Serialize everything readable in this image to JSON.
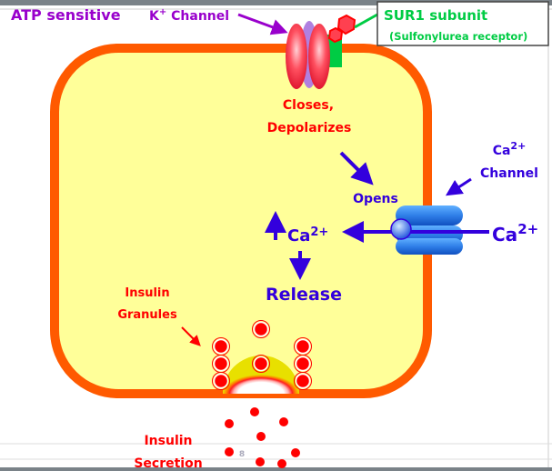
{
  "labels": {
    "atp_sensitive": "ATP sensitive",
    "k_channel_prefix": "K",
    "k_channel_sup": "+",
    "k_channel_suffix": " Channel",
    "sur1_title": "SUR1 subunit",
    "sur1_sub": "(Sulfonylurea receptor)",
    "closes": "Closes,",
    "depolarizes": "Depolarizes",
    "opens": "Opens",
    "ca_channel_ion": "Ca",
    "ca_channel_sup": "2+",
    "ca_channel_word": "Channel",
    "ca_outside": "Ca",
    "ca_outside_sup": "2+",
    "ca_inside": "Ca",
    "ca_inside_sup": "2+",
    "release": "Release",
    "insulin_granules_1": "Insulin",
    "insulin_granules_2": "Granules",
    "insulin_secretion_1": "Insulin",
    "insulin_secretion_2": "Secretion",
    "page_number": "8"
  },
  "colors": {
    "membrane": "#ff5a00",
    "cytoplasm": "#ffff99",
    "purple_text": "#9900cc",
    "sur1_green": "#00cc44",
    "red_text": "#ff0000",
    "blue": "#3300dd",
    "k_channel": "#ff4455",
    "ca_channel": "#2f7fe8"
  }
}
